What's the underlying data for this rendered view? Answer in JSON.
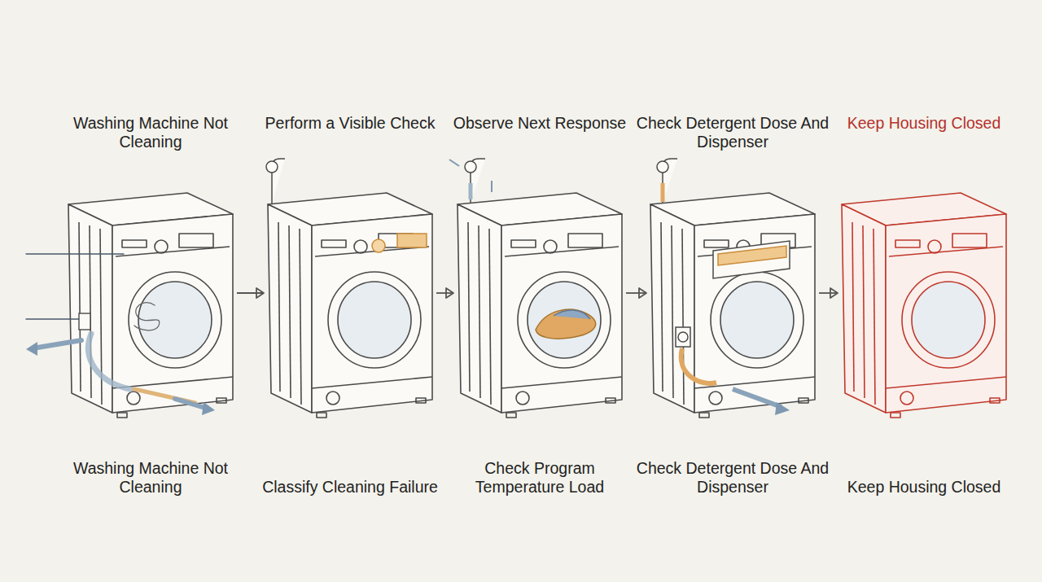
{
  "diagram": {
    "nodes": [
      {
        "text": [
          "Washing Machine Not Cleaning",
          "Washing Machine Not Cleaning"
        ]
      },
      {
        "text": [
          "Perform a Visible Check",
          "Classify Cleaning Failure"
        ]
      },
      {
        "text": [
          "Observe Next Response",
          "Check Program Temperature Load"
        ]
      },
      {
        "text": [
          "Check Detergent Dose And Dispenser",
          "Check Detergent Dose And Dispenser"
        ]
      },
      {
        "text": [
          "Keep Housing Closed",
          "Keep Housing Closed"
        ]
      }
    ],
    "edges": [
      {
        "from": 0,
        "to": 1,
        "arrow": "to"
      },
      {
        "from": 1,
        "to": 2,
        "arrow": "to"
      },
      {
        "from": 2,
        "to": 3,
        "arrow": "to"
      },
      {
        "from": 3,
        "to": 4,
        "arrow": "to"
      }
    ]
  }
}
